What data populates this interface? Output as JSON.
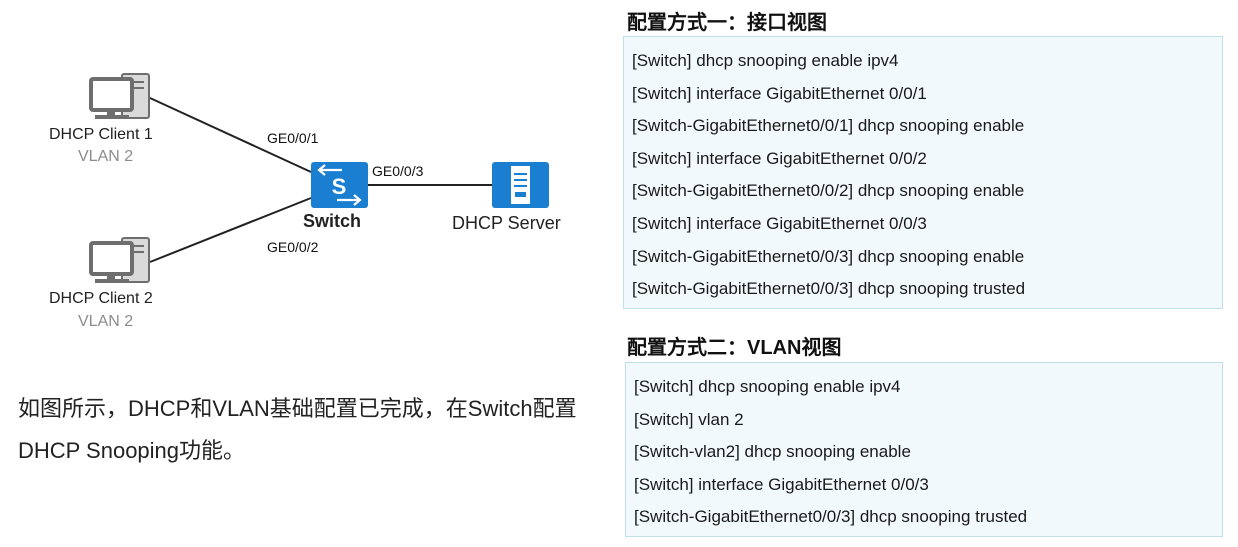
{
  "topology": {
    "clients": [
      {
        "name": "DHCP Client 1",
        "vlan": "VLAN 2"
      },
      {
        "name": "DHCP Client 2",
        "vlan": "VLAN 2"
      }
    ],
    "switch": {
      "name": "Switch",
      "icon_letter": "S"
    },
    "server": {
      "name": "DHCP Server"
    },
    "ports": {
      "client1": "GE0/0/1",
      "client2": "GE0/0/2",
      "server": "GE0/0/3"
    },
    "colors": {
      "switch": "#1a7fd0",
      "server": "#1a7fd0",
      "pc": "#6e6e6e",
      "link": "#222222"
    }
  },
  "description": "如图所示，DHCP和VLAN基础配置已完成，在Switch配置DHCP Snooping功能。",
  "config_sections": [
    {
      "title": "配置方式一：接口视图",
      "lines": [
        "[Switch] dhcp snooping enable ipv4",
        "[Switch] interface GigabitEthernet 0/0/1",
        "[Switch-GigabitEthernet0/0/1] dhcp snooping enable",
        "[Switch] interface GigabitEthernet 0/0/2",
        "[Switch-GigabitEthernet0/0/2] dhcp snooping enable",
        "[Switch] interface GigabitEthernet 0/0/3",
        "[Switch-GigabitEthernet0/0/3] dhcp snooping enable",
        "[Switch-GigabitEthernet0/0/3] dhcp snooping trusted"
      ]
    },
    {
      "title": "配置方式二：VLAN视图",
      "lines": [
        "[Switch] dhcp snooping enable ipv4",
        "[Switch] vlan 2",
        "[Switch-vlan2] dhcp snooping enable",
        "[Switch] interface GigabitEthernet 0/0/3",
        "[Switch-GigabitEthernet0/0/3] dhcp snooping trusted"
      ]
    }
  ]
}
